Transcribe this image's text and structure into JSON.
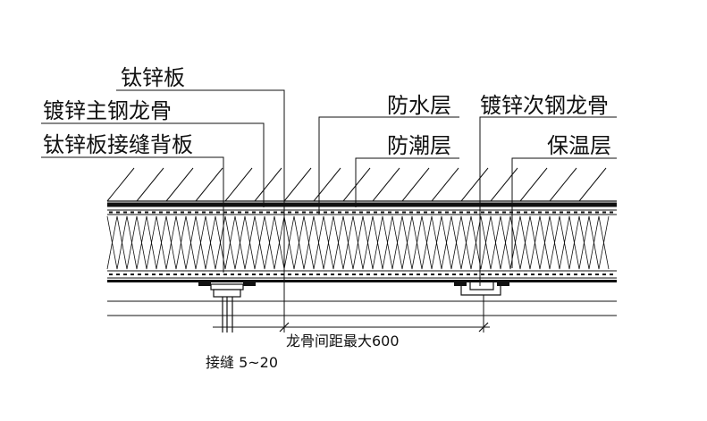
{
  "labels": {
    "titanium_zinc_panel": "钛锌板",
    "galvanized_main_keel": "镀锌主钢龙骨",
    "joint_backing_panel": "钛锌板接缝背板",
    "waterproof_layer": "防水层",
    "galvanized_secondary_keel": "镀锌次钢龙骨",
    "moisture_barrier": "防潮层",
    "insulation_layer": "保温层"
  },
  "dimensions": {
    "keel_spacing": "龙骨间距最大600",
    "joint_width": "接缝 5~20"
  },
  "colors": {
    "line": "#111111",
    "background": "#ffffff"
  }
}
